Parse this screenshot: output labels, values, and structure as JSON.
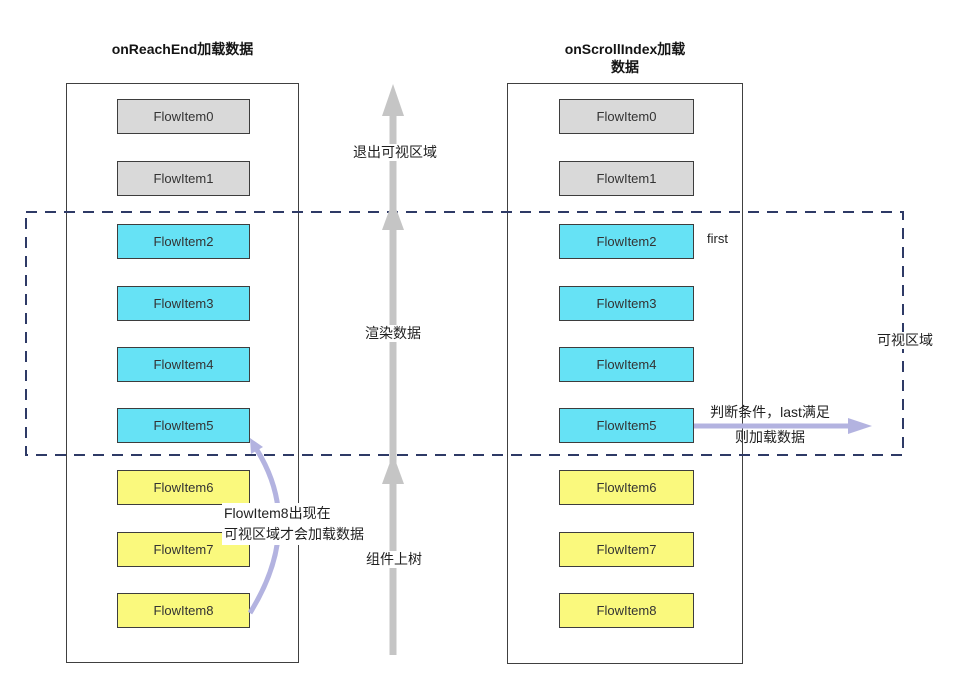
{
  "left_panel": {
    "title": "onReachEnd加载数据",
    "items": [
      {
        "label": "FlowItem0",
        "state": "exited"
      },
      {
        "label": "FlowItem1",
        "state": "exited"
      },
      {
        "label": "FlowItem2",
        "state": "visible"
      },
      {
        "label": "FlowItem3",
        "state": "visible"
      },
      {
        "label": "FlowItem4",
        "state": "visible"
      },
      {
        "label": "FlowItem5",
        "state": "visible"
      },
      {
        "label": "FlowItem6",
        "state": "pending"
      },
      {
        "label": "FlowItem7",
        "state": "pending"
      },
      {
        "label": "FlowItem8",
        "state": "pending"
      }
    ]
  },
  "right_panel": {
    "title_line1": "onScrollIndex加载",
    "title_line2": "数据",
    "items": [
      {
        "label": "FlowItem0",
        "state": "exited"
      },
      {
        "label": "FlowItem1",
        "state": "exited"
      },
      {
        "label": "FlowItem2",
        "state": "visible"
      },
      {
        "label": "FlowItem3",
        "state": "visible"
      },
      {
        "label": "FlowItem4",
        "state": "visible"
      },
      {
        "label": "FlowItem5",
        "state": "visible"
      },
      {
        "label": "FlowItem6",
        "state": "pending"
      },
      {
        "label": "FlowItem7",
        "state": "pending"
      },
      {
        "label": "FlowItem8",
        "state": "pending"
      }
    ]
  },
  "flow_arrow": {
    "label_exit_viewport": "退出可视区域",
    "label_render_data": "渲染数据",
    "label_mount": "组件上树"
  },
  "annotations": {
    "viewport_label": "可视区域",
    "first_label": "first",
    "item8_note_line1": "FlowItem8出现在",
    "item8_note_line2": "可视区域才会加载数据",
    "judge_note_line1": "判断条件，last满足",
    "judge_note_line2": "则加载数据"
  },
  "colors": {
    "loaded_out_fill": "#D9D9D9",
    "visible_fill": "#66E2F5",
    "pending_fill": "#FAF97D",
    "viewport_dash": "#2E3A66",
    "flow_arrow": "#C5C5C5",
    "note_arrow": "#B3B3E0"
  }
}
